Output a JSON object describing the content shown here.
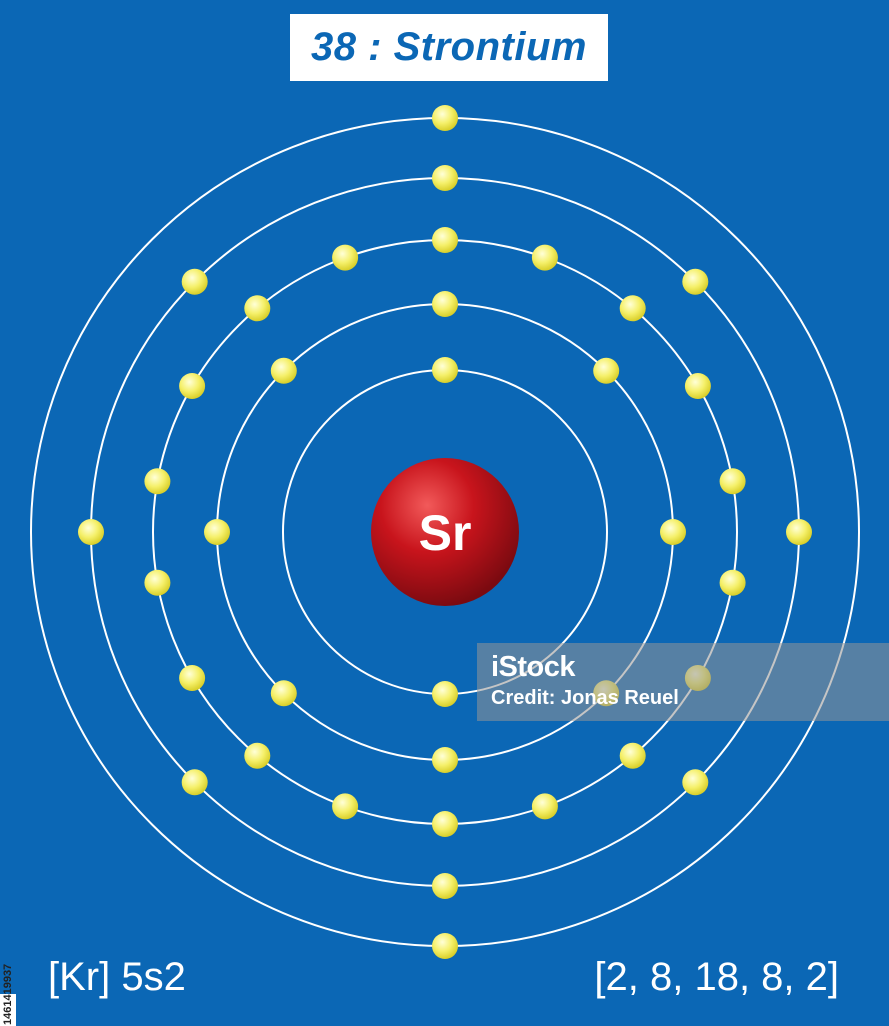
{
  "title": "38 : Strontium",
  "nucleus": {
    "symbol": "Sr",
    "color": "#C8141C"
  },
  "electron_color": "#F5F06A",
  "background_color": "#0B67B5",
  "shells": [
    2,
    8,
    18,
    8,
    2
  ],
  "configuration": "[Kr] 5s2",
  "shell_summary": "[2, 8, 18, 8, 2]",
  "watermark": {
    "logo": "iStock",
    "credit": "Credit: Jonas Reuel"
  },
  "stock_id": "1461419937"
}
